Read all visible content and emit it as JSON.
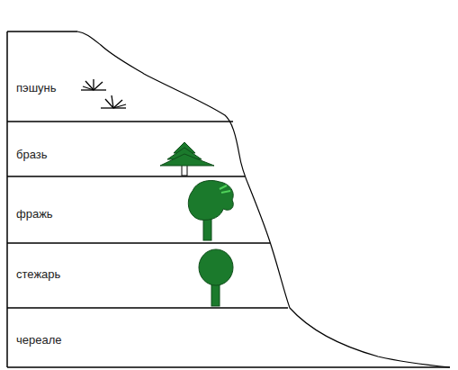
{
  "diagram": {
    "nodes": [
      {
        "text": [
          "пэшунь"
        ]
      },
      {
        "text": [
          "бразь"
        ]
      },
      {
        "text": [
          "фражь"
        ]
      },
      {
        "text": [
          "стежарь"
        ]
      },
      {
        "text": [
          "череале"
        ]
      }
    ]
  }
}
